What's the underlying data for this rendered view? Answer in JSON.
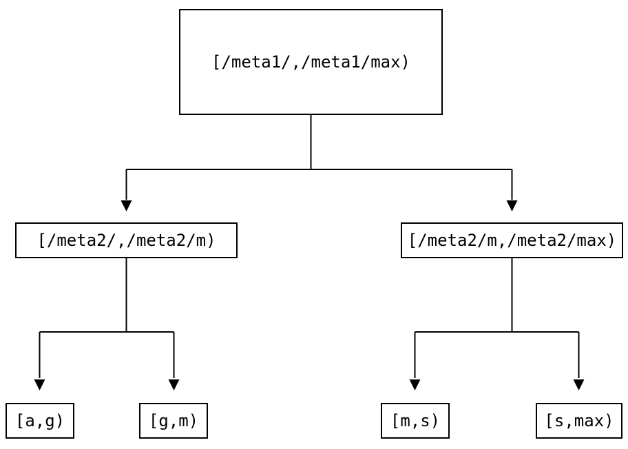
{
  "diagram": {
    "type": "binary-interval-partition-tree",
    "colors": {
      "background": "#ffffff",
      "line": "#000000",
      "node_border": "#000000",
      "node_fill": "#ffffff",
      "text": "#000000"
    },
    "tree": {
      "root": {
        "label": "[/meta1/,/meta1/max)"
      },
      "branches": [
        {
          "label": "[/meta2/,/meta2/m)",
          "children": [
            {
              "label": "[a,g)"
            },
            {
              "label": "[g,m)"
            }
          ]
        },
        {
          "label": "[/meta2/m,/meta2/max)",
          "children": [
            {
              "label": "[m,s)"
            },
            {
              "label": "[s,max)"
            }
          ]
        }
      ]
    }
  }
}
